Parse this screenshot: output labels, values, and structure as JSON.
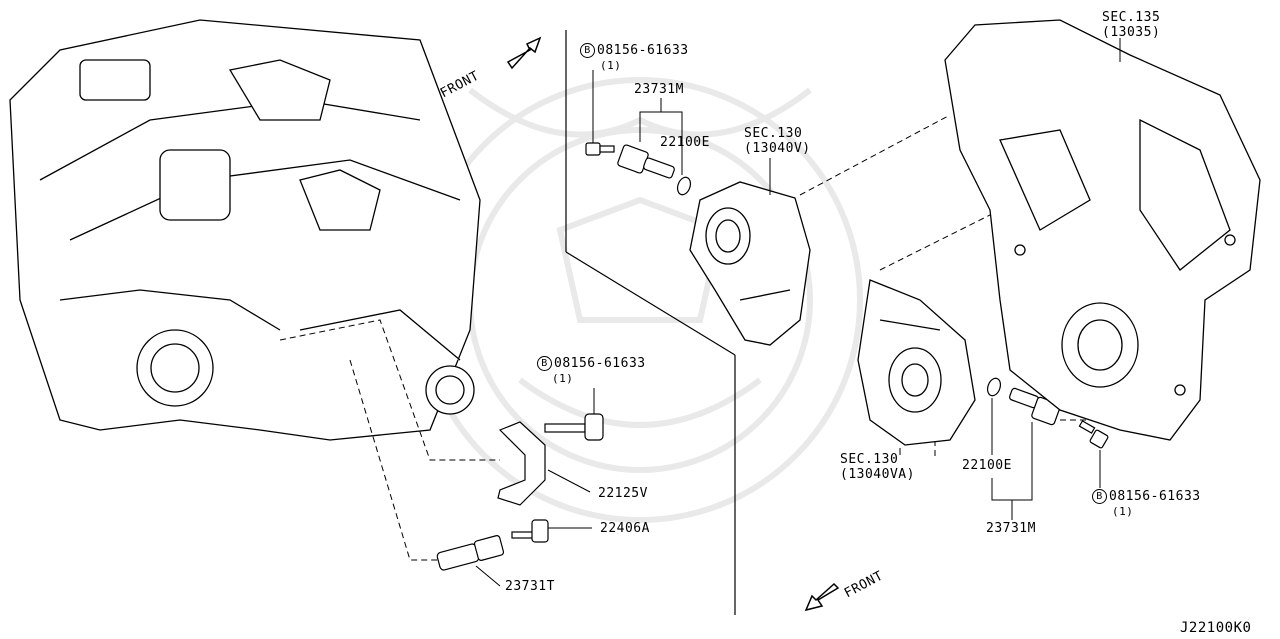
{
  "labels": {
    "front_top": "FRONT",
    "front_bottom": "FRONT",
    "bolt_top": {
      "circle": "B",
      "part": "08156-61633",
      "qty": "(1)"
    },
    "bolt_mid": {
      "circle": "B",
      "part": "08156-61633",
      "qty": "(1)"
    },
    "bolt_right": {
      "circle": "B",
      "part": "08156-61633",
      "qty": "(1)"
    },
    "sensor_top": "23731M",
    "oring_top": "22100E",
    "sec130_v": {
      "sec": "SEC.130",
      "code": "(13040V)"
    },
    "sec135": {
      "sec": "SEC.135",
      "code": "(13035)"
    },
    "sec130_va": {
      "sec": "SEC.130",
      "code": "(13040VA)"
    },
    "oring_right": "22100E",
    "sensor_right": "23731M",
    "bracket": "22125V",
    "bolt_small": "22406A",
    "sensor_bottom": "23731T",
    "diagram_code": "J22100K0"
  },
  "colors": {
    "ink": "#000000",
    "watermark": "#e9e9e9",
    "background": "#ffffff"
  }
}
